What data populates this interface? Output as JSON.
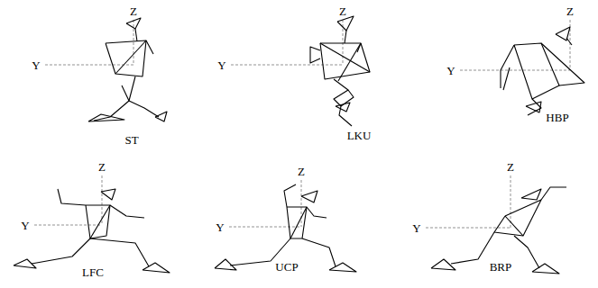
{
  "diagram": {
    "labels": [
      "Z",
      "Y",
      "ST",
      "Z",
      "Y",
      "LKU",
      "Z",
      "Y",
      "HBP",
      "Z",
      "Y",
      "LFC",
      "Z",
      "Y",
      "UCP",
      "Z",
      "Y",
      "BRP"
    ]
  }
}
